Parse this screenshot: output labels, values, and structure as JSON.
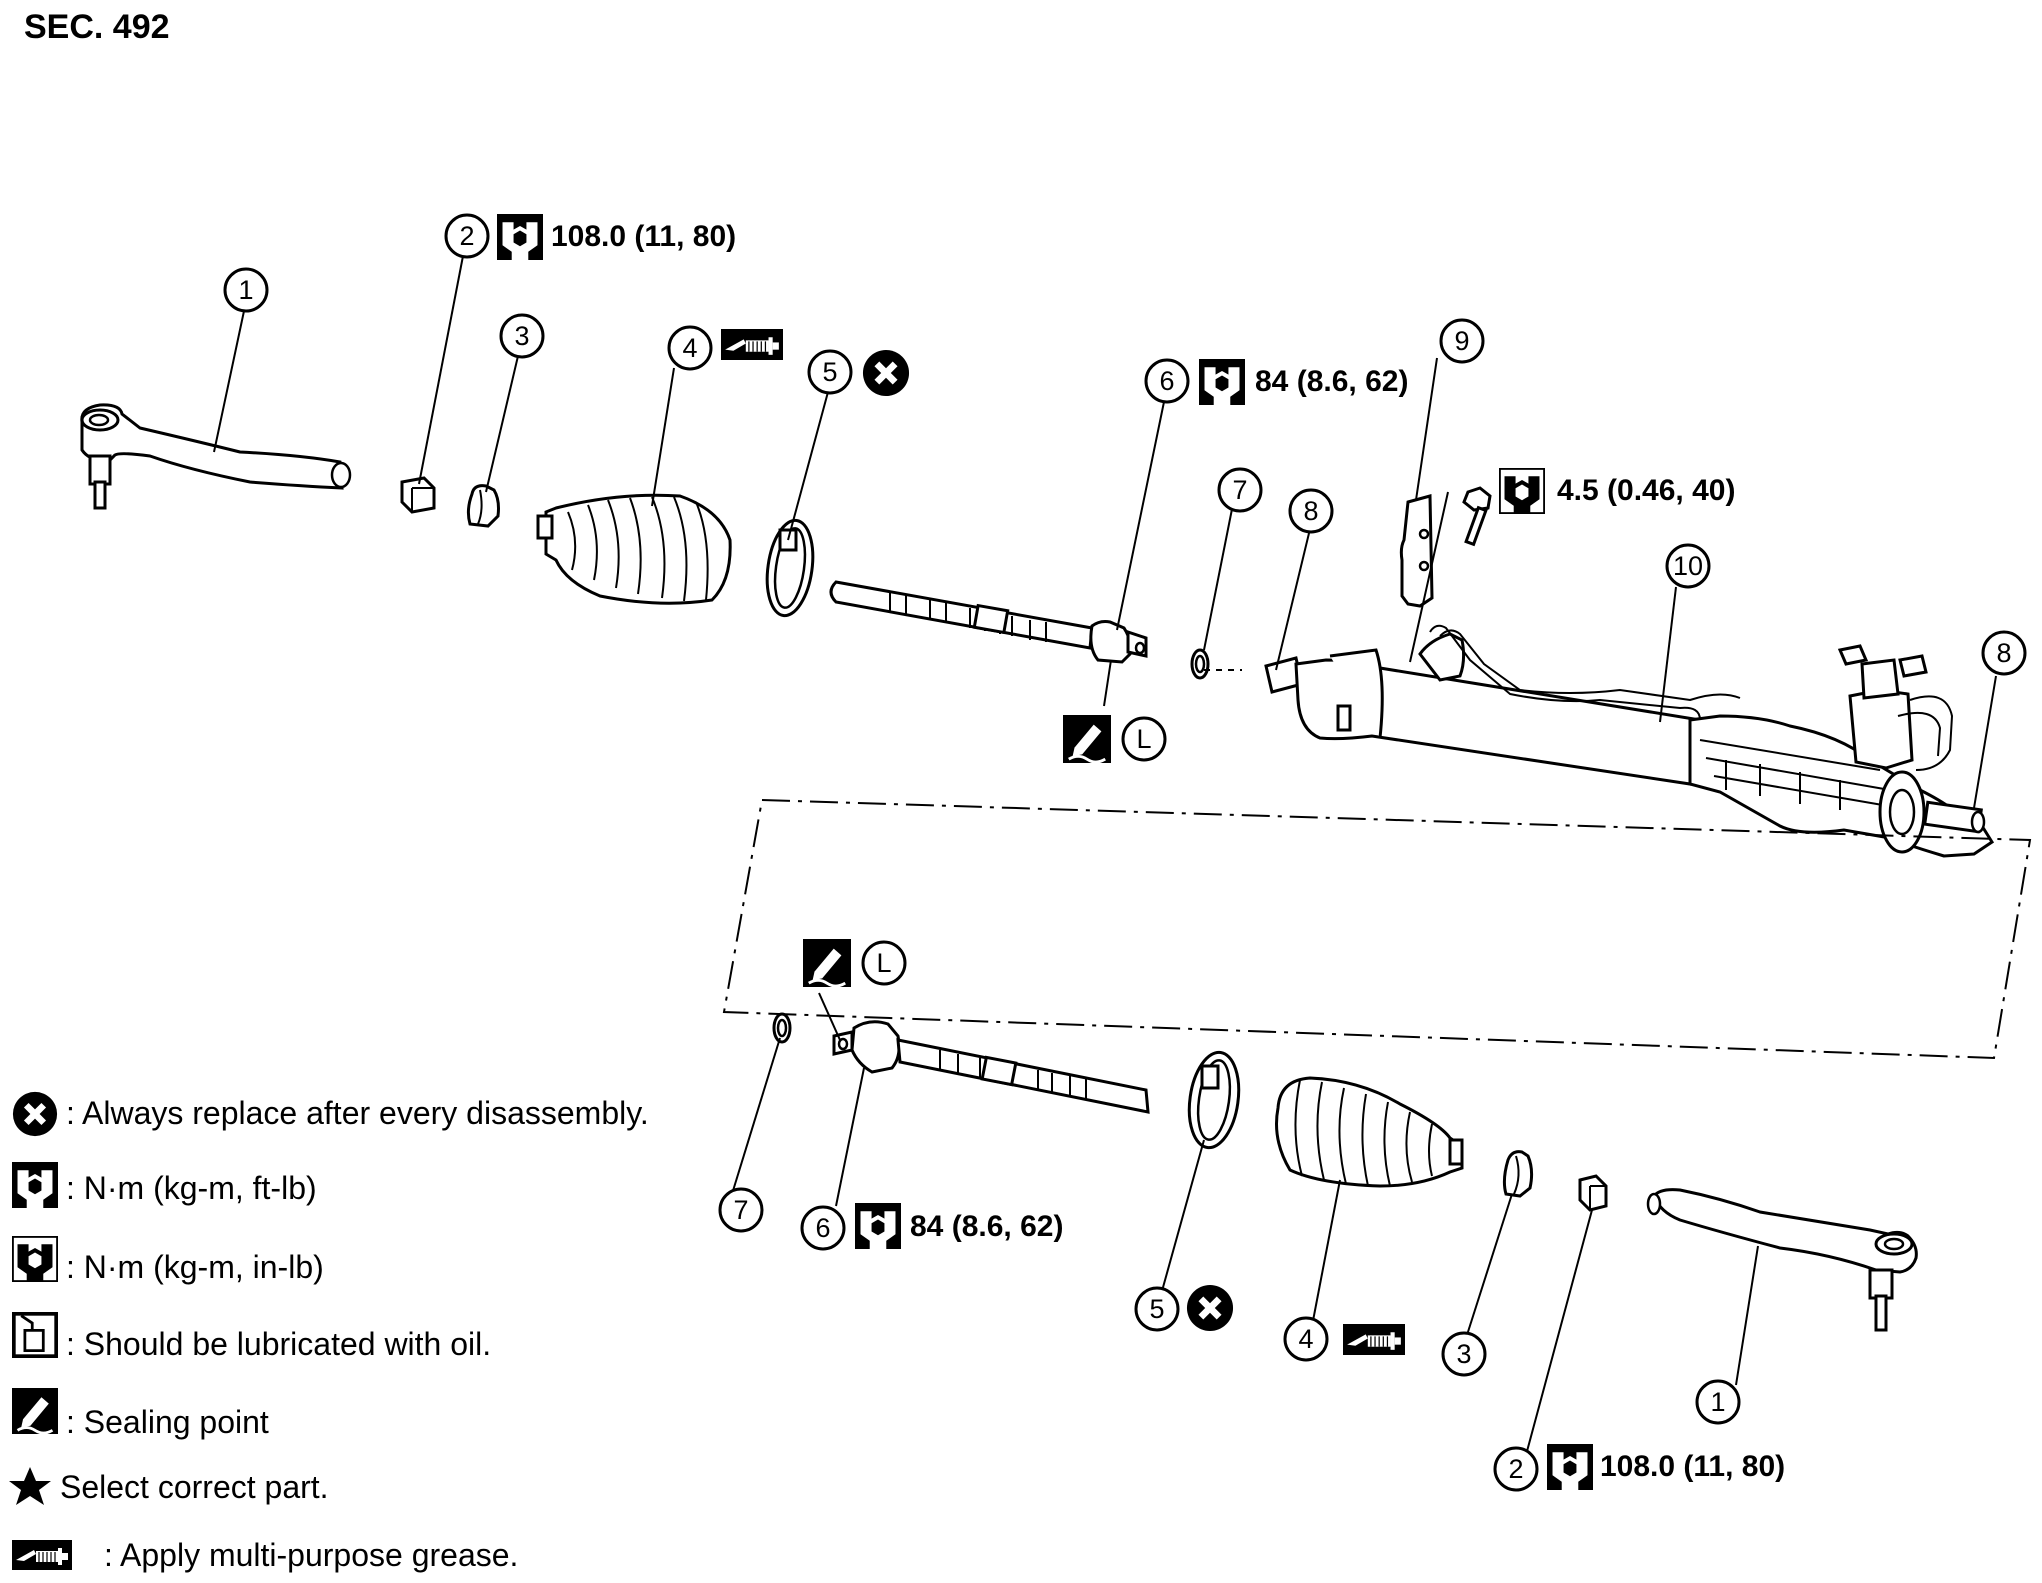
{
  "header": {
    "section": "SEC. 492"
  },
  "callouts": {
    "c1a": "1",
    "c2a": "2",
    "c3a": "3",
    "c4a": "4",
    "c5a": "5",
    "c6a": "6",
    "c7a": "7",
    "c8a": "8",
    "c9": "9",
    "c10": "10",
    "c8b": "8",
    "c1b": "1",
    "c2b": "2",
    "c3b": "3",
    "c4b": "4",
    "c5b": "5",
    "c6b": "6",
    "c7b": "7",
    "la": "L",
    "lb": "L"
  },
  "torques": {
    "outer_nut_top": "108.0 (11, 80)",
    "inner_socket_top": "84 (8.6, 62)",
    "bracket_bolt": "4.5 (0.46, 40)",
    "inner_socket_bottom": "84 (8.6, 62)",
    "outer_nut_bottom": "108.0 (11, 80)"
  },
  "legend": [
    {
      "icon": "always-replace-icon",
      "text": ": Always replace after every disassembly."
    },
    {
      "icon": "torque-ftlb-icon",
      "text": ": N·m (kg-m, ft-lb)"
    },
    {
      "icon": "torque-inlb-icon",
      "text": ": N·m (kg-m, in-lb)"
    },
    {
      "icon": "oil-can-icon",
      "text": ": Should be lubricated with oil."
    },
    {
      "icon": "sealing-point-icon",
      "text": ": Sealing point"
    },
    {
      "icon": "star-icon",
      "text": "Select correct part."
    },
    {
      "icon": "grease-gun-icon",
      "text": ": Apply multi-purpose grease."
    }
  ]
}
